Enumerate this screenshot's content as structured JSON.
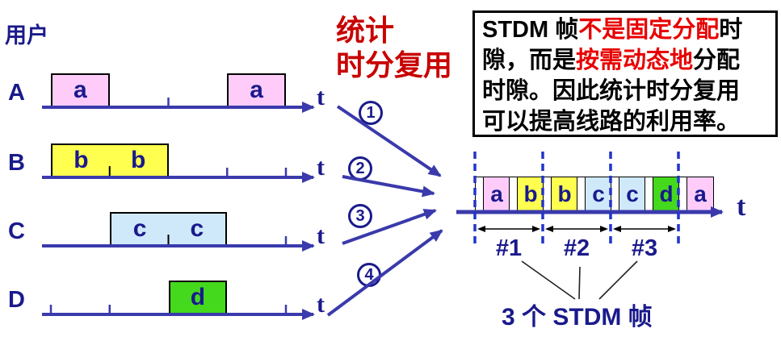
{
  "users_label": "用户",
  "mux_title": {
    "line1": "统计",
    "line2": "时分复用"
  },
  "axis_label": "t",
  "rows": [
    {
      "user": "A",
      "ticks": [
        2
      ],
      "boxes": [
        {
          "labels": [
            "a"
          ],
          "slot": 0,
          "span": 1,
          "color": "#FFCCFA"
        },
        {
          "labels": [
            "a"
          ],
          "slot": 3,
          "span": 1,
          "color": "#FFCCFA"
        }
      ]
    },
    {
      "user": "B",
      "ticks": [
        3,
        4
      ],
      "boxes": [
        {
          "labels": [
            "b",
            "b"
          ],
          "slot": 0,
          "span": 2,
          "color": "#FFFF4F"
        }
      ]
    },
    {
      "user": "C",
      "ticks": [
        4
      ],
      "boxes": [
        {
          "labels": [
            "c",
            "c"
          ],
          "slot": 1,
          "span": 2,
          "color": "#CFE9FA"
        }
      ]
    },
    {
      "user": "D",
      "ticks": [
        0,
        1,
        4
      ],
      "boxes": [
        {
          "labels": [
            "d"
          ],
          "slot": 2,
          "span": 1,
          "color": "#44D91C"
        }
      ]
    }
  ],
  "mux_step_numbers": [
    "1",
    "2",
    "3",
    "4"
  ],
  "note_box": {
    "lines": [
      [
        {
          "text": "STDM 帧",
          "red": false
        },
        {
          "text": "不是固定分配",
          "red": true
        },
        {
          "text": "时",
          "red": false
        }
      ],
      [
        {
          "text": "隙，而是",
          "red": false
        },
        {
          "text": "按需动态地",
          "red": true
        },
        {
          "text": "分配",
          "red": false
        }
      ],
      [
        {
          "text": "时隙。因此统计时分复用",
          "red": false
        }
      ],
      [
        {
          "text": "可以提高线路的利用率。",
          "red": false
        }
      ]
    ]
  },
  "stdm": {
    "cells": [
      {
        "type": "gap",
        "label": ""
      },
      {
        "type": "slot",
        "label": "a",
        "color": "#FFCCFA"
      },
      {
        "type": "gap",
        "label": ""
      },
      {
        "type": "slot",
        "label": "b",
        "color": "#FFFF4F"
      },
      {
        "type": "gap",
        "label": ""
      },
      {
        "type": "slot",
        "label": "b",
        "color": "#FFFF4F"
      },
      {
        "type": "gap",
        "label": ""
      },
      {
        "type": "slot",
        "label": "c",
        "color": "#CFE9FA"
      },
      {
        "type": "gap",
        "label": ""
      },
      {
        "type": "slot",
        "label": "c",
        "color": "#CFE9FA"
      },
      {
        "type": "gap",
        "label": ""
      },
      {
        "type": "slot",
        "label": "d",
        "color": "#44D91C"
      },
      {
        "type": "gap",
        "label": ""
      },
      {
        "type": "slot",
        "label": "a",
        "color": "#FFCCFA"
      }
    ],
    "frame_labels": [
      "#1",
      "#2",
      "#3"
    ],
    "axis_label": "t",
    "caption": "3 个 STDM 帧"
  },
  "colors": {
    "navy": "#1A1A8C",
    "line_blue": "#3A3AAC",
    "dash_blue": "#2233CC",
    "title_red": "#C80000",
    "emphasis_red": "#E80000",
    "pink": "#FFCCFA",
    "yellow": "#FFFF4F",
    "light_blue": "#CFE9FA",
    "green": "#44D91C"
  }
}
